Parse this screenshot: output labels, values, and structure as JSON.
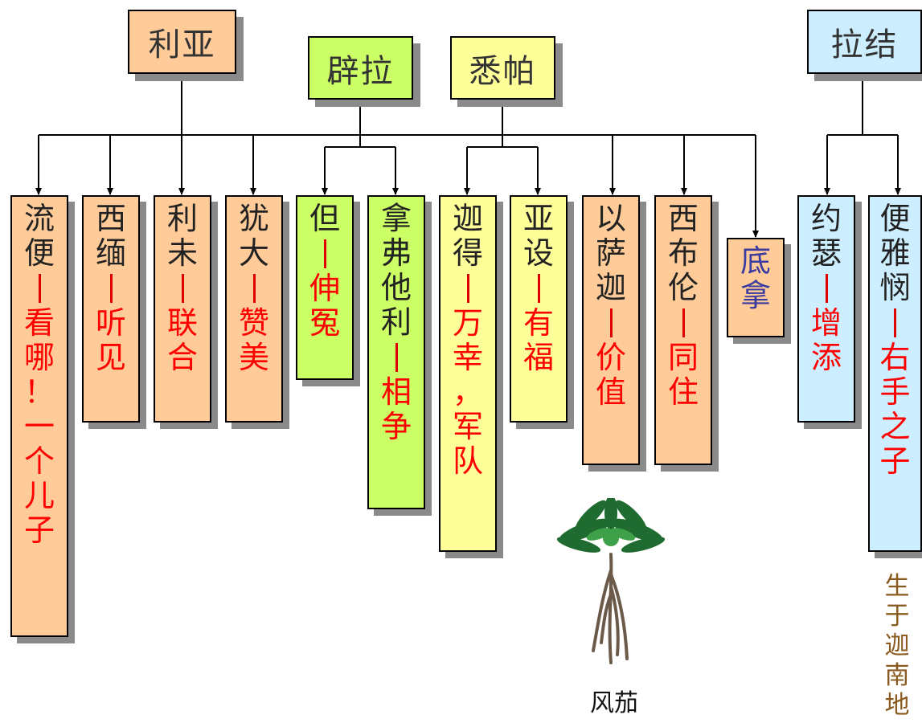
{
  "mothers": {
    "leah": "利亚",
    "bilhah": "辟拉",
    "zilpah": "悉帕",
    "rachel": "拉结"
  },
  "sons": [
    {
      "id": "reuben",
      "name": [
        "流",
        "便"
      ],
      "meaning": [
        "看",
        "哪",
        "！",
        "一",
        "个",
        "儿",
        "子"
      ]
    },
    {
      "id": "simeon",
      "name": [
        "西",
        "缅"
      ],
      "meaning": [
        "听",
        "见"
      ]
    },
    {
      "id": "levi",
      "name": [
        "利",
        "未"
      ],
      "meaning": [
        "联",
        "合"
      ]
    },
    {
      "id": "judah",
      "name": [
        "犹",
        "大"
      ],
      "meaning": [
        "赞",
        "美"
      ]
    },
    {
      "id": "dan",
      "name": [
        "但"
      ],
      "meaning": [
        "伸",
        "冤"
      ]
    },
    {
      "id": "naphtali",
      "name": [
        "拿",
        "弗",
        "他",
        "利"
      ],
      "meaning": [
        "相",
        "争"
      ]
    },
    {
      "id": "gad",
      "name": [
        "迦",
        "得"
      ],
      "meaning": [
        "万",
        "幸",
        "，",
        "军",
        "队"
      ]
    },
    {
      "id": "asher",
      "name": [
        "亚",
        "设"
      ],
      "meaning": [
        "有",
        "福"
      ]
    },
    {
      "id": "issachar",
      "name": [
        "以",
        "萨",
        "迦"
      ],
      "meaning": [
        "价",
        "值"
      ]
    },
    {
      "id": "zebulun",
      "name": [
        "西",
        "布",
        "伦"
      ],
      "meaning": [
        "同",
        "住"
      ]
    },
    {
      "id": "dinah",
      "name": [
        "底",
        "拿"
      ],
      "meaning": []
    },
    {
      "id": "joseph",
      "name": [
        "约",
        "瑟"
      ],
      "meaning": [
        "增",
        "添"
      ]
    },
    {
      "id": "benjamin",
      "name": [
        "便",
        "雅",
        "悯"
      ],
      "meaning": [
        "右",
        "手",
        "之",
        "子"
      ]
    }
  ],
  "benjamin_born": "生\n于\n迦\n南\n地",
  "mandrake_label": "风茄",
  "colors": {
    "leah": "#ffcc99",
    "bilhah": "#ccff66",
    "zilpah": "#ffff99",
    "rachel": "#cceeff",
    "meaning_text": "#ff0000",
    "dinah_text": "#3a3aa0"
  }
}
